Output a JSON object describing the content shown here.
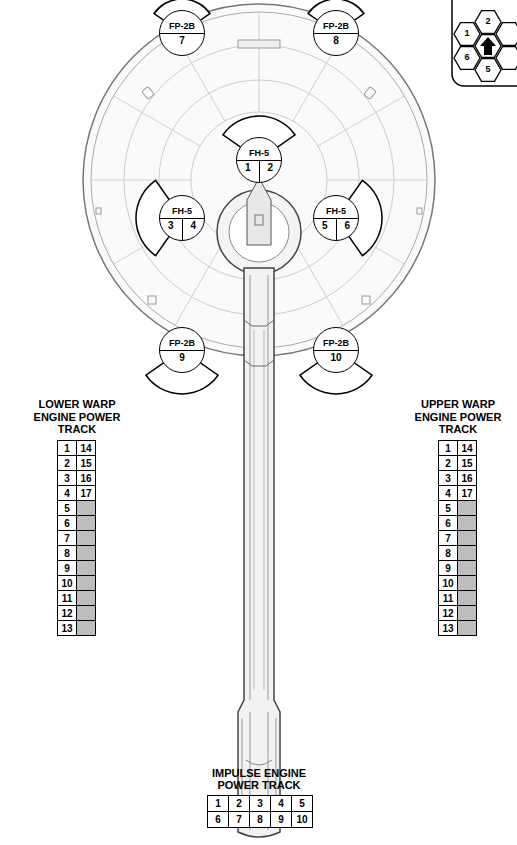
{
  "diagram": {
    "nodes": [
      {
        "text": [
          "FP-2B",
          "7"
        ]
      },
      {
        "text": [
          "FP-2B",
          "8"
        ]
      },
      {
        "text": [
          "FH-5",
          "1",
          "2"
        ]
      },
      {
        "text": [
          "FH-5",
          "3",
          "4"
        ]
      },
      {
        "text": [
          "FH-5",
          "5",
          "6"
        ]
      },
      {
        "text": [
          "FP-2B",
          "9"
        ]
      },
      {
        "text": [
          "FP-2B",
          "10"
        ]
      }
    ],
    "labels": [
      "2",
      "1",
      "6",
      "5",
      "LOWER WARP ENGINE POWER TRACK",
      "1",
      "2",
      "3",
      "4",
      "5",
      "6",
      "7",
      "8",
      "9",
      "10",
      "11",
      "12",
      "13",
      "14",
      "15",
      "16",
      "17",
      "UPPER WARP ENGINE POWER TRACK",
      "1",
      "2",
      "3",
      "4",
      "5",
      "6",
      "7",
      "8",
      "9",
      "10",
      "11",
      "12",
      "13",
      "14",
      "15",
      "16",
      "17",
      "IMPULSE ENGINE POWER TRACK",
      "1",
      "2",
      "3",
      "4",
      "5",
      "6",
      "7",
      "8",
      "9",
      "10"
    ]
  }
}
